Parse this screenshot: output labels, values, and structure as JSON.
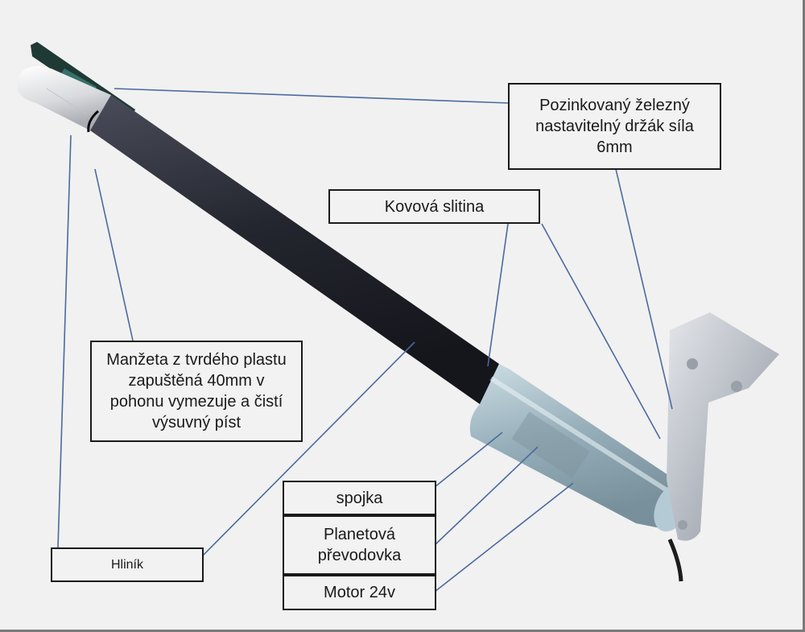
{
  "diagram": {
    "subject": "linear-actuator-photo",
    "leader_line_color": "#4a6aa0",
    "labels": {
      "bracket_top": "Pozinkovaný železný\nnastavitelný držák síla\n6mm",
      "alloy": "Kovová slitina",
      "sleeve": "Manžeta z tvrdého plastu\nzapuštěná 40mm v\npohonu vymezuje a čistí\nvýsuvný píst",
      "aluminium": "Hliník",
      "clutch": "spojka",
      "gearbox": "Planetová\npřevodovka",
      "motor": "Motor 24v"
    }
  }
}
